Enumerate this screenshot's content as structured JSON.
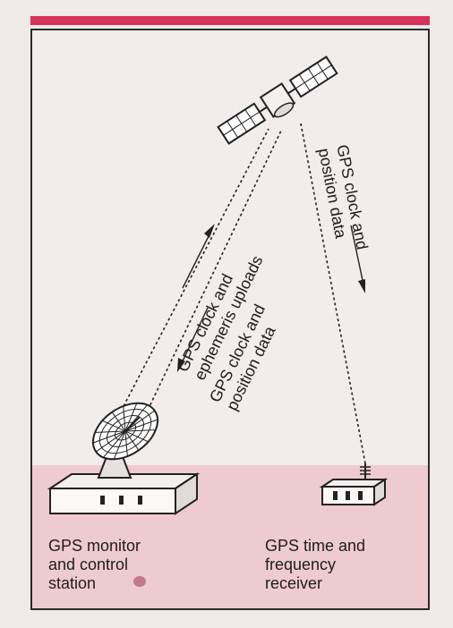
{
  "labels": {
    "monitor_station": [
      "GPS monitor",
      "and control",
      "station"
    ],
    "receiver": [
      "GPS time and",
      "frequency",
      "receiver"
    ],
    "ephemeris_uploads": [
      "GPS clock and",
      "ephemeris uploads"
    ],
    "position_data_left": [
      "GPS clock and",
      "position data"
    ],
    "position_data_right": [
      "GPS clock and",
      "position data"
    ]
  },
  "colors": {
    "accent_bar": "#d8315a",
    "ground": "#eecbcf",
    "ink": "#1d1d1d"
  },
  "icons": [
    "satellite-icon",
    "satellite-dish-icon",
    "receiver-building-icon"
  ]
}
